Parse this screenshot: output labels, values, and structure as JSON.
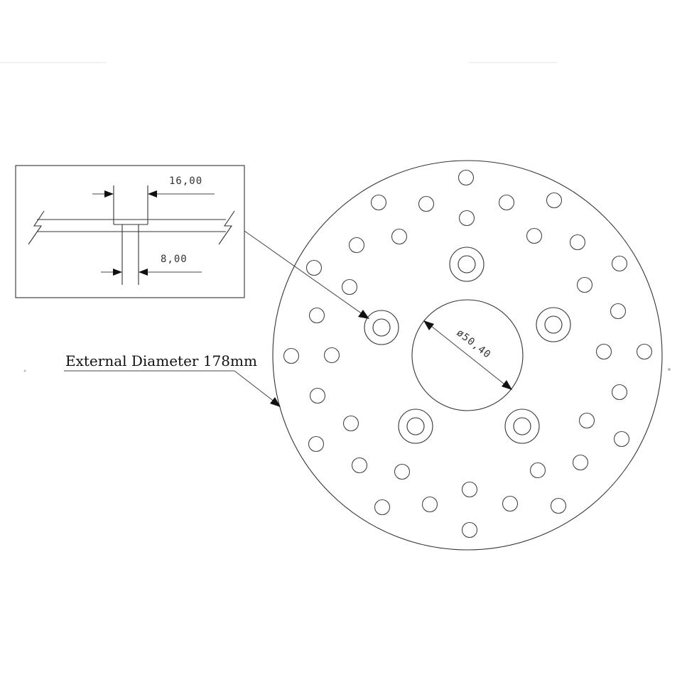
{
  "diagram": {
    "detail_width_label": "16,00",
    "detail_hole_label": "8,00",
    "center_diameter_label": "ø50,40",
    "external_diameter_label": "External Diameter 178mm"
  }
}
